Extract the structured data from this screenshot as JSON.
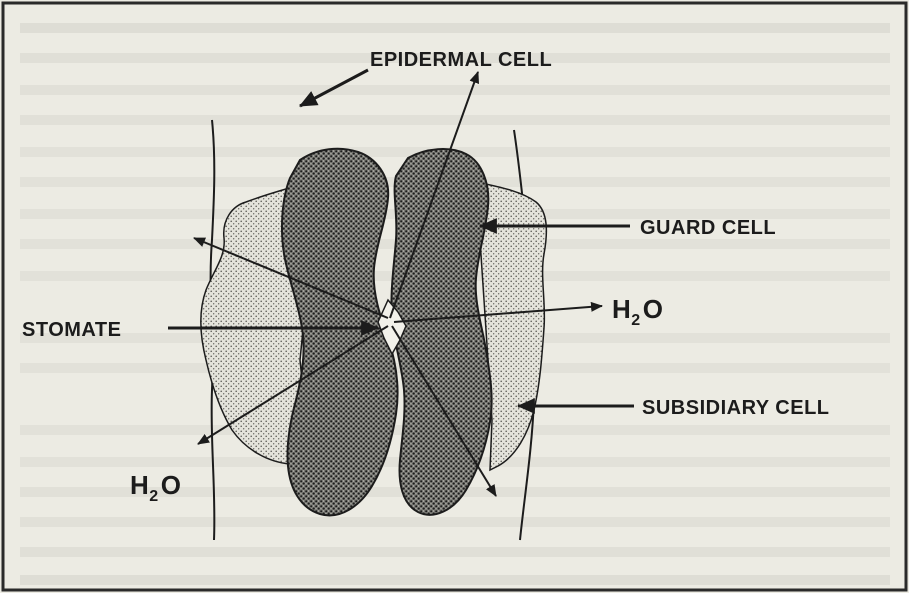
{
  "diagram": {
    "labels": {
      "epidermal_cell": "EPIDERMAL CELL",
      "guard_cell": "GUARD CELL",
      "stomate": "STOMATE",
      "subsidiary_cell": "SUBSIDIARY CELL",
      "water_top": "H",
      "water_top_sub": "2",
      "water_top_o": "O",
      "water_bottom": "H",
      "water_bottom_sub": "2",
      "water_bottom_o": "O"
    },
    "colors": {
      "ink": "#1c1c1c",
      "paper": "#ecebe3",
      "subsidiary_fill": "#d9d8d0",
      "guard_fill": "#6a6a66"
    }
  }
}
